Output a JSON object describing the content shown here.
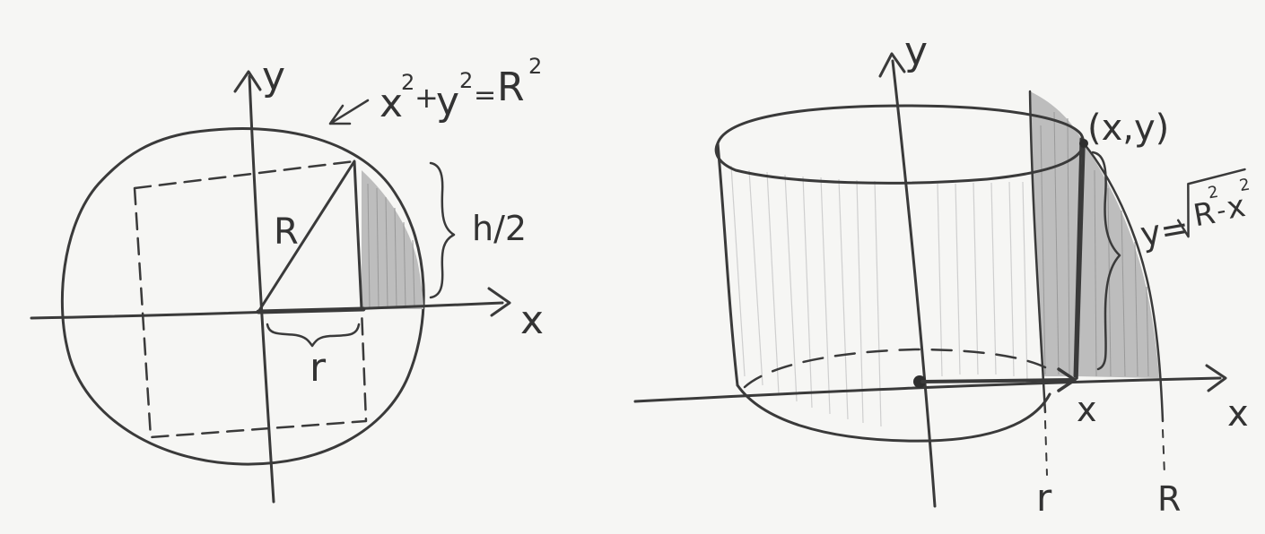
{
  "colors": {
    "paper": "#f6f6f4",
    "ink": "#3a3a3a",
    "shade": "#bdbdbd",
    "hatch": "#cfcfcf"
  },
  "left_figure": {
    "axis_x": "x",
    "axis_y": "y",
    "equation_x": "x",
    "equation_y": "y",
    "equation_R": "R",
    "equation_exp": "2",
    "equation_plus": "+",
    "equation_eq": "=",
    "radius_label": "R",
    "half_height_label": "h/2",
    "r_label": "r"
  },
  "right_figure": {
    "axis_x": "x",
    "axis_y": "y",
    "point_label": "(x,y)",
    "func_lhs": "y=",
    "func_R": "R",
    "func_minus": "-",
    "func_x": "x",
    "func_exp": "2",
    "x_label": "x",
    "r_label": "r",
    "R_label": "R"
  }
}
